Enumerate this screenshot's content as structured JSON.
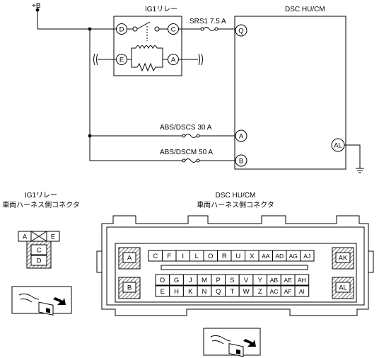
{
  "supply": "+B",
  "relay": {
    "title": "IG1リレー",
    "terminals": {
      "d": "D",
      "c": "C",
      "e": "E",
      "a": "A"
    }
  },
  "fuses": {
    "srs1": "SRS1 7.5 A",
    "abs_dscs": "ABS/DSCS 30 A",
    "abs_dscm": "ABS/DSCM 50 A"
  },
  "unit": {
    "title": "DSC HU/CM",
    "pins": {
      "q": "Q",
      "a": "A",
      "b": "B",
      "al": "AL"
    }
  },
  "relay_connector": {
    "title_line1": "IG1リレー",
    "title_line2": "車両ハーネス側コネクタ",
    "pins": {
      "a": "A",
      "e": "E",
      "c": "C",
      "d": "D"
    }
  },
  "unit_connector": {
    "title_line1": "DSC HU/CM",
    "title_line2": "車両ハーネス側コネクタ",
    "big_pins": {
      "a": "A",
      "b": "B",
      "ak": "AK",
      "al": "AL"
    },
    "row1": [
      "C",
      "F",
      "I",
      "L",
      "O",
      "R",
      "U",
      "X",
      "AA",
      "AD",
      "AG",
      "AJ"
    ],
    "row2": [
      "D",
      "G",
      "J",
      "M",
      "P",
      "S",
      "V",
      "Y",
      "AB",
      "AE",
      "AH"
    ],
    "row3": [
      "E",
      "H",
      "K",
      "N",
      "Q",
      "T",
      "W",
      "Z",
      "AC",
      "AF",
      "AI"
    ]
  },
  "icons": [
    "probe-icon",
    "probe-icon"
  ]
}
